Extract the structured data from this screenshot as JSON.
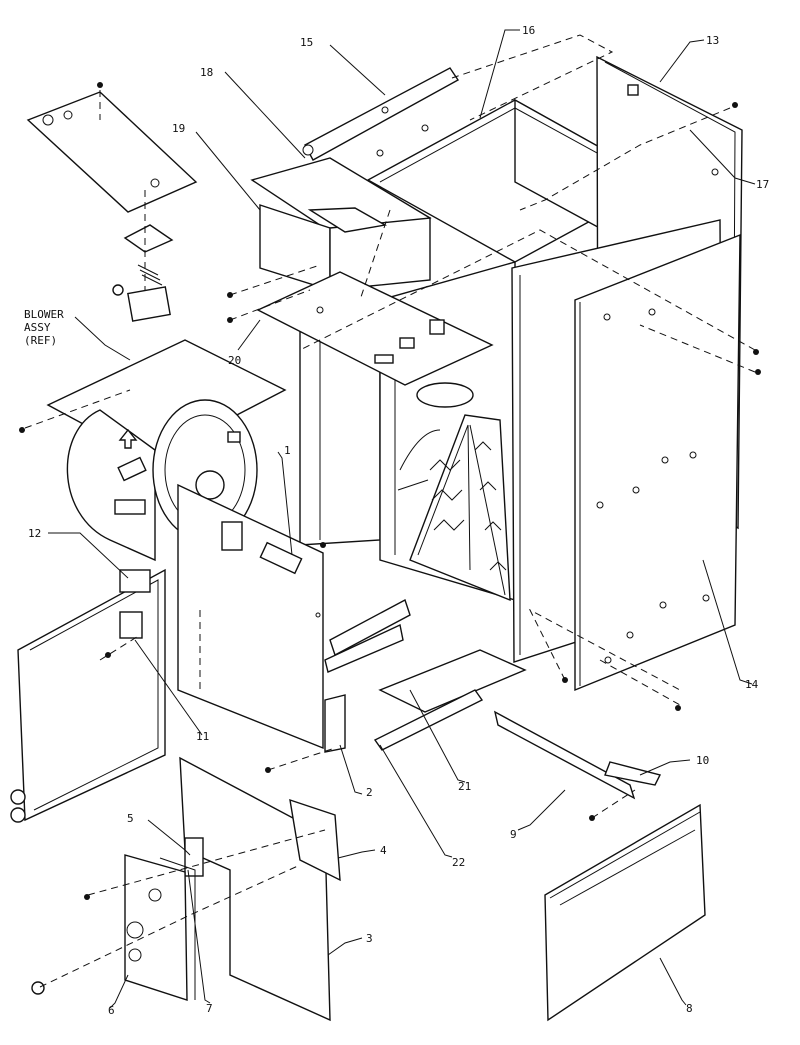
{
  "callouts": {
    "c1": "1",
    "c2": "2",
    "c3": "3",
    "c4": "4",
    "c5": "5",
    "c6": "6",
    "c7": "7",
    "c8": "8",
    "c9": "9",
    "c10": "10",
    "c11": "11",
    "c12": "12",
    "c13": "13",
    "c14": "14",
    "c15": "15",
    "c16": "16",
    "c17": "17",
    "c18": "18",
    "c19": "19",
    "c20": "20",
    "c21": "21",
    "c22": "22"
  },
  "blower_label": {
    "line1": "BLOWER",
    "line2": "ASSY",
    "line3": "(REF)"
  }
}
